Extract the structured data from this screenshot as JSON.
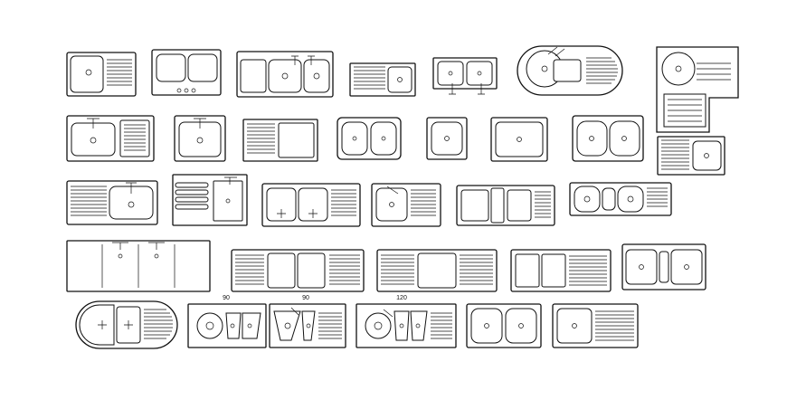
{
  "drawing": {
    "dimension_labels": [
      "90",
      "90",
      "120"
    ]
  }
}
